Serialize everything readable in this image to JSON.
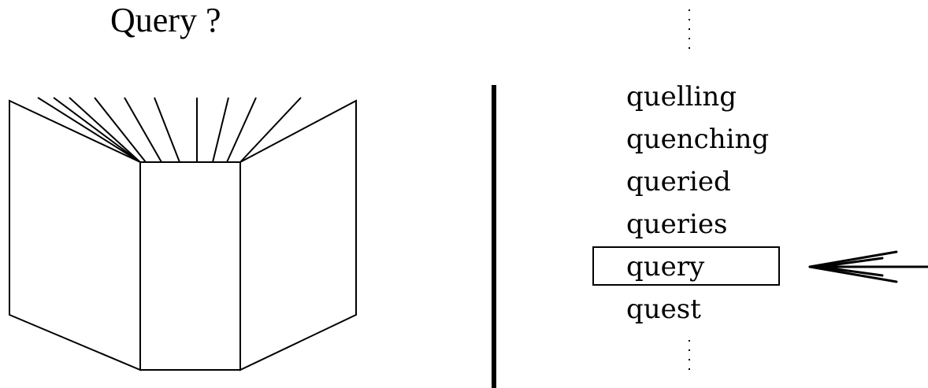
{
  "title": "Query ?",
  "icons": {
    "book": "open-book-icon",
    "arrow": "left-arrow-icon"
  },
  "word_list": {
    "items": [
      "quelling",
      "quenching",
      "queried",
      "queries",
      "query",
      "quest"
    ],
    "selected": "query",
    "ellipsis_top": "⋮",
    "ellipsis_bottom": "⋮"
  },
  "colors": {
    "ink": "#000000",
    "background": "#ffffff"
  }
}
